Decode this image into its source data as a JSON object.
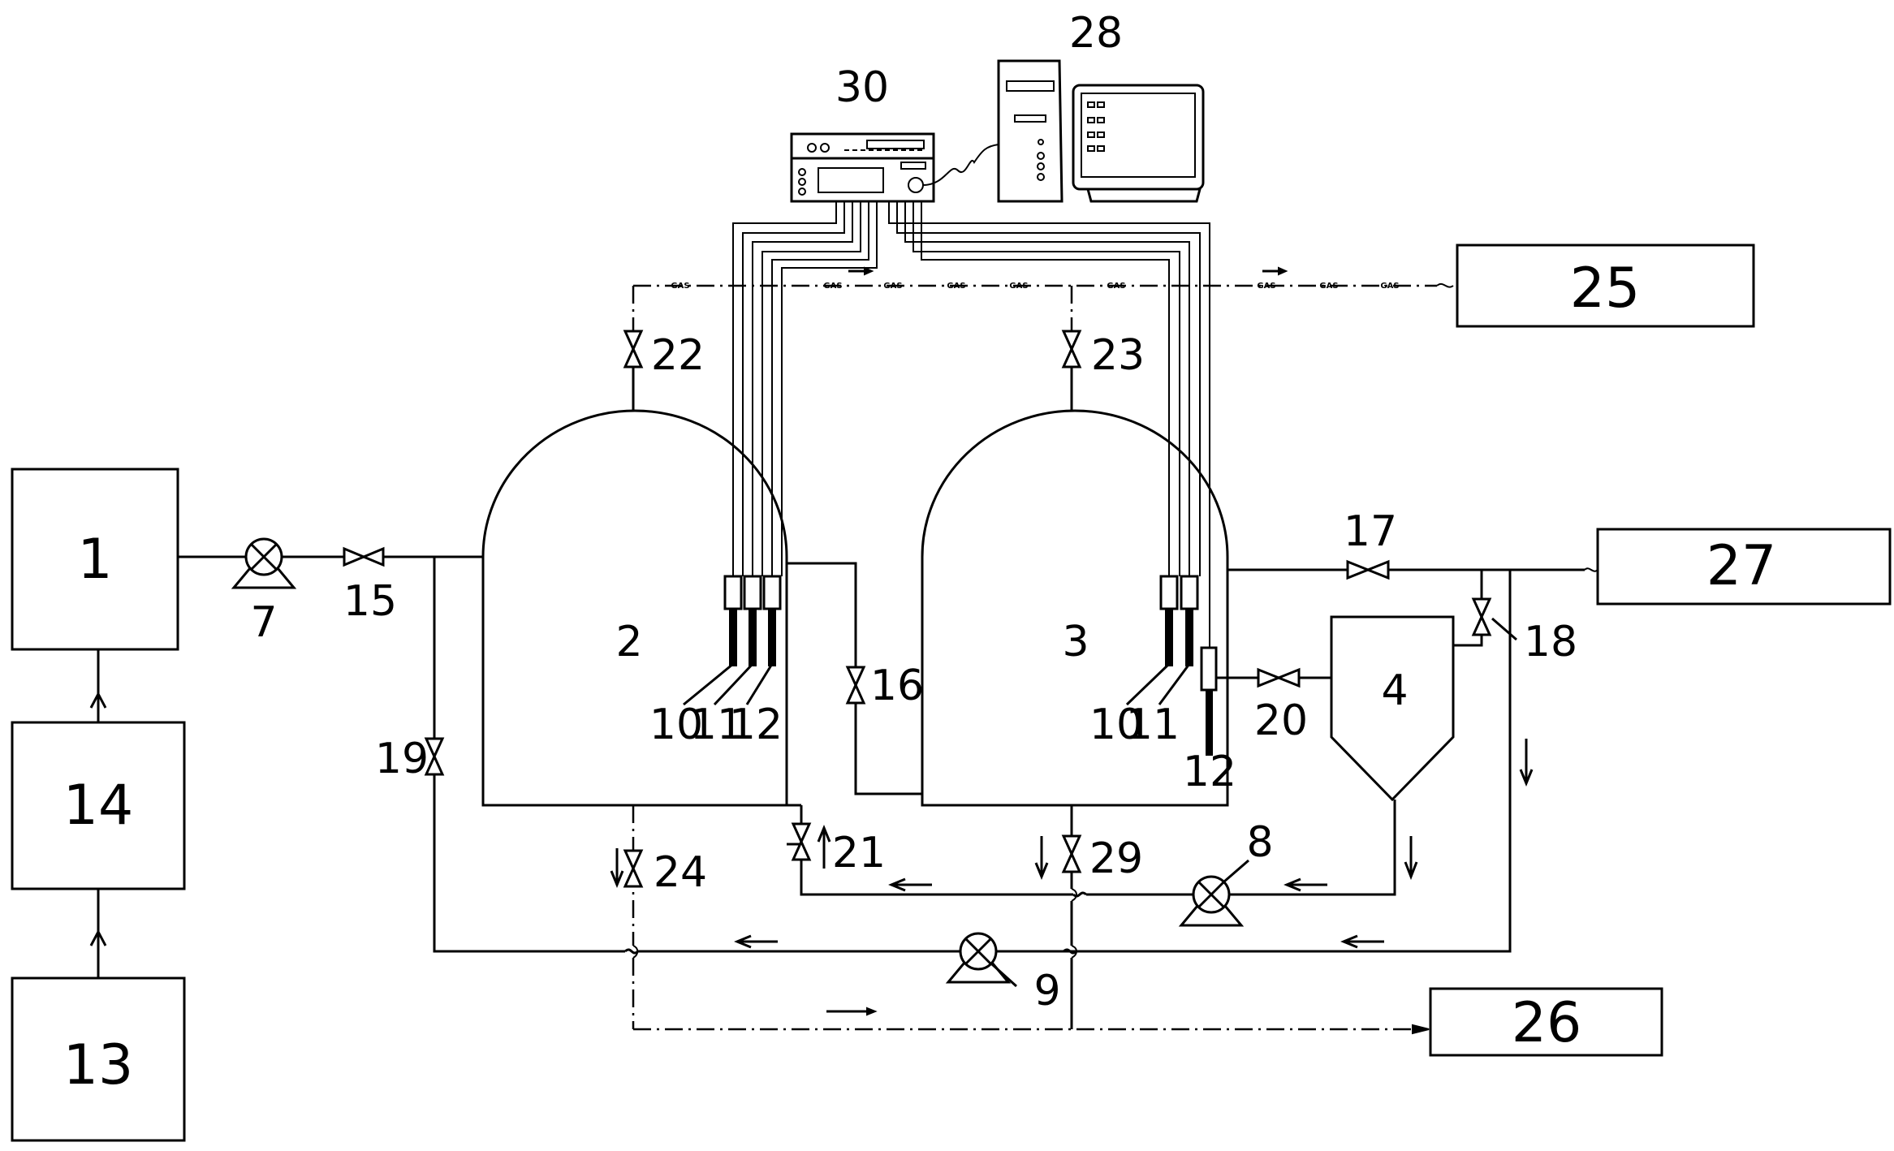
{
  "boxes": {
    "b1": "1",
    "b13": "13",
    "b14": "14",
    "b25": "25",
    "b26": "26",
    "b27": "27",
    "b4": "4"
  },
  "tanks": {
    "t2": "2",
    "t3": "3"
  },
  "components": {
    "pump7": "7",
    "pump8": "8",
    "pump9": "9",
    "controller30": "30",
    "computer28": "28"
  },
  "valves": {
    "v15": "15",
    "v16": "16",
    "v17": "17",
    "v18": "18",
    "v19": "19",
    "v20": "20",
    "v21": "21",
    "v22": "22",
    "v23": "23",
    "v24": "24",
    "v29": "29"
  },
  "sensors": {
    "s10a": "10",
    "s11a": "11",
    "s12a": "12",
    "s10b": "10",
    "s11b": "11",
    "s12b": "12"
  },
  "gas_tag": "GAS"
}
